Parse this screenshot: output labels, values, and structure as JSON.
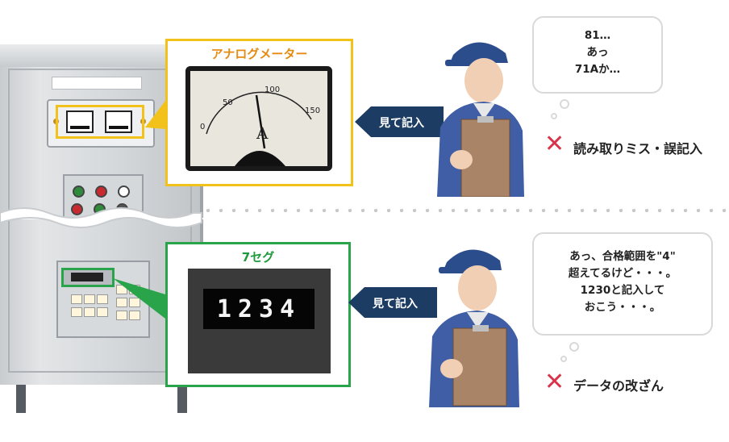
{
  "top": {
    "callout_title": "アナログメーター",
    "meter_unit": "A",
    "meter_ticks": [
      "0",
      "50",
      "100",
      "150"
    ],
    "arrow_label": "見て記入",
    "speech": [
      "81…",
      "あっ",
      "71Aか…"
    ],
    "mistake_label": "読み取りミス・誤記入"
  },
  "bottom": {
    "callout_title": "7セグ",
    "display_value": "1234",
    "arrow_label": "見て記入",
    "speech": [
      "あっ、合格範囲を\"4\"",
      "超えてるけど・・・。",
      "1230と記入して",
      "おこう・・・。"
    ],
    "mistake_label": "データの改ざん"
  },
  "colors": {
    "analog_accent": "#f2c21a",
    "segment_accent": "#2aa44a",
    "arrow": "#1c3c63",
    "mistake_x": "#d9344a"
  },
  "icons": {
    "mistake": "cross-icon",
    "worker": "worker-clipboard-icon"
  }
}
